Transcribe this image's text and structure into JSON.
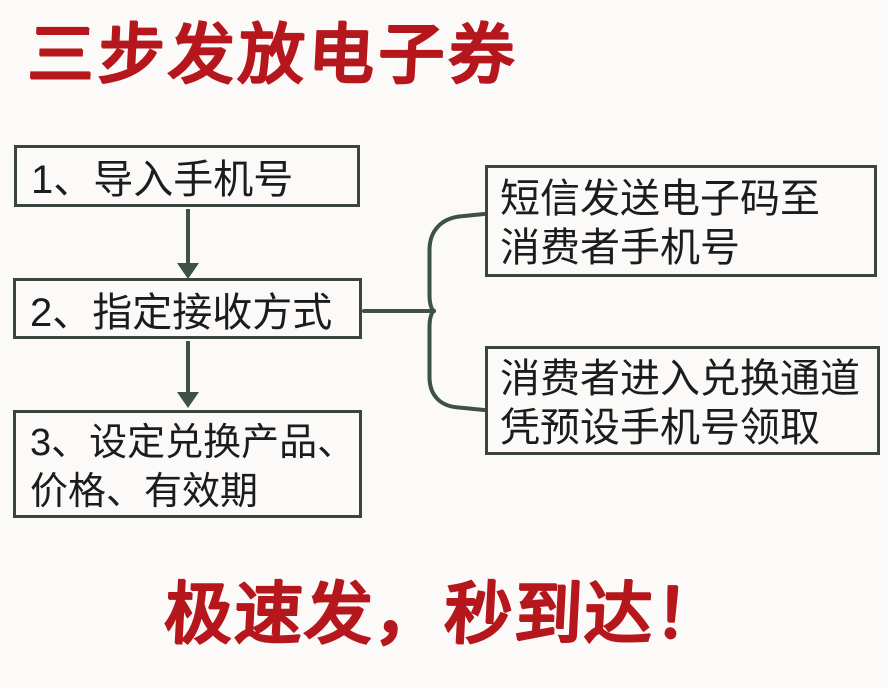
{
  "title": "三步发放电子券",
  "steps": [
    {
      "id": "1",
      "lines": [
        "1、导入手机号"
      ]
    },
    {
      "id": "2",
      "lines": [
        "2、指定接收方式"
      ]
    },
    {
      "id": "3",
      "lines": [
        "3、设定兑换产品、",
        "价格、有效期"
      ]
    }
  ],
  "branches": [
    {
      "id": "sms",
      "lines": [
        "短信发送电子码至",
        "消费者手机号"
      ]
    },
    {
      "id": "redeem",
      "lines": [
        "消费者进入兑换通道",
        "凭预设手机号领取"
      ]
    }
  ],
  "footer": "极速发，秒到达！",
  "icons": {
    "arrow_down_1": "down-arrow between step 1 and step 2",
    "arrow_down_2": "down-arrow between step 2 and step 3",
    "branch_connector": "brace fork from step 2 to the two branch boxes"
  },
  "colors": {
    "accent_red": "#b5171d",
    "connector_green": "#3d5147",
    "box_border": "#3a453f",
    "text": "#1c1c1c",
    "background": "#fbfaf8"
  }
}
